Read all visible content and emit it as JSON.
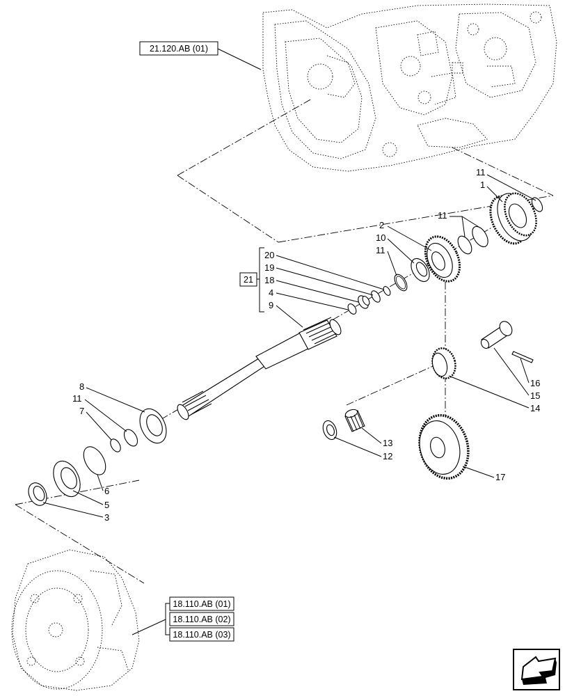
{
  "references": {
    "top_housing": "21.120.AB (01)",
    "group": "21",
    "bottom_1": "18.110.AB (01)",
    "bottom_2": "18.110.AB (02)",
    "bottom_3": "18.110.AB (03)"
  },
  "callouts": {
    "c1": "1",
    "c2": "2",
    "c3": "3",
    "c4": "4",
    "c5": "5",
    "c6": "6",
    "c7": "7",
    "c8": "8",
    "c9": "9",
    "c10": "10",
    "c11a": "11",
    "c11b": "11",
    "c11c": "11",
    "c11d": "11",
    "c12": "12",
    "c13": "13",
    "c14": "14",
    "c15": "15",
    "c16": "16",
    "c17": "17",
    "c18": "18",
    "c19": "19",
    "c20": "20"
  },
  "icons": {
    "navigation": "arrow-icon",
    "housing": "transmission-housing-icon",
    "flywheel": "flywheel-icon"
  }
}
